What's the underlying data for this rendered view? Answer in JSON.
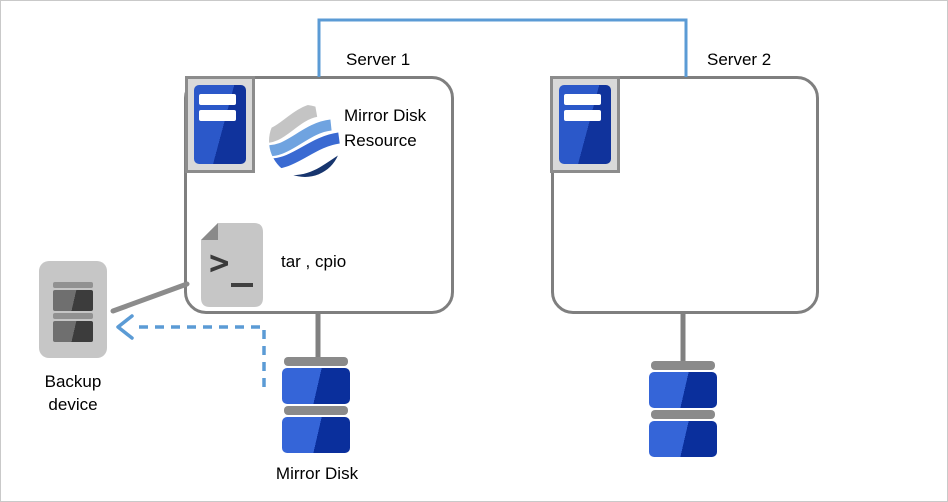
{
  "nodes": {
    "server1": {
      "label": "Server 1"
    },
    "server2": {
      "label": "Server 2"
    },
    "mirror_disk_resource": {
      "label": "Mirror Disk Resource"
    },
    "backup_tool": {
      "label": "tar , cpio"
    },
    "backup_device": {
      "label": "Backup device"
    },
    "mirror_disk": {
      "label": "Mirror Disk"
    }
  },
  "icons": {
    "server1_icon": "server-tower-icon",
    "server2_icon": "server-tower-icon",
    "mirror_disk_resource_icon": "wave-globe-icon",
    "backup_tool_icon": "shell-script-file-icon",
    "backup_device_icon": "tape-backup-device-icon",
    "mirror_disk_left_icon": "disk-stack-icon",
    "mirror_disk_right_icon": "disk-stack-icon"
  },
  "connectors": {
    "server_interconnect": {
      "style": "solid-elbow",
      "color": "#5b9bd5",
      "from": "Server 1",
      "to": "Server 2"
    },
    "server1_disk_link": {
      "style": "solid",
      "color": "#808080",
      "from": "Server 1",
      "to": "Mirror Disk"
    },
    "server2_disk_link": {
      "style": "solid",
      "color": "#808080",
      "from": "Server 2",
      "to": "disk"
    },
    "backup_link": {
      "style": "solid",
      "color": "#8c8c8c",
      "from": "Server 1",
      "to": "Backup device"
    },
    "copy_flow_arrow": {
      "style": "dashed-arrow",
      "color": "#5b9bd5",
      "from": "Mirror Disk",
      "to": "Backup device"
    }
  },
  "colors": {
    "accent_blue": "#5b9bd5",
    "box_border": "#7f7f7f",
    "disk_blue_light": "#3565d8",
    "disk_blue_dark": "#0a2f9c",
    "gray_bar": "#8a8a8a",
    "icon_gray": "#c6c6c6",
    "wave_gray": "#c4c4c4",
    "wave_light_blue": "#6fa3e0",
    "wave_mid_blue": "#3a6ad2",
    "wave_navy": "#17356e"
  }
}
